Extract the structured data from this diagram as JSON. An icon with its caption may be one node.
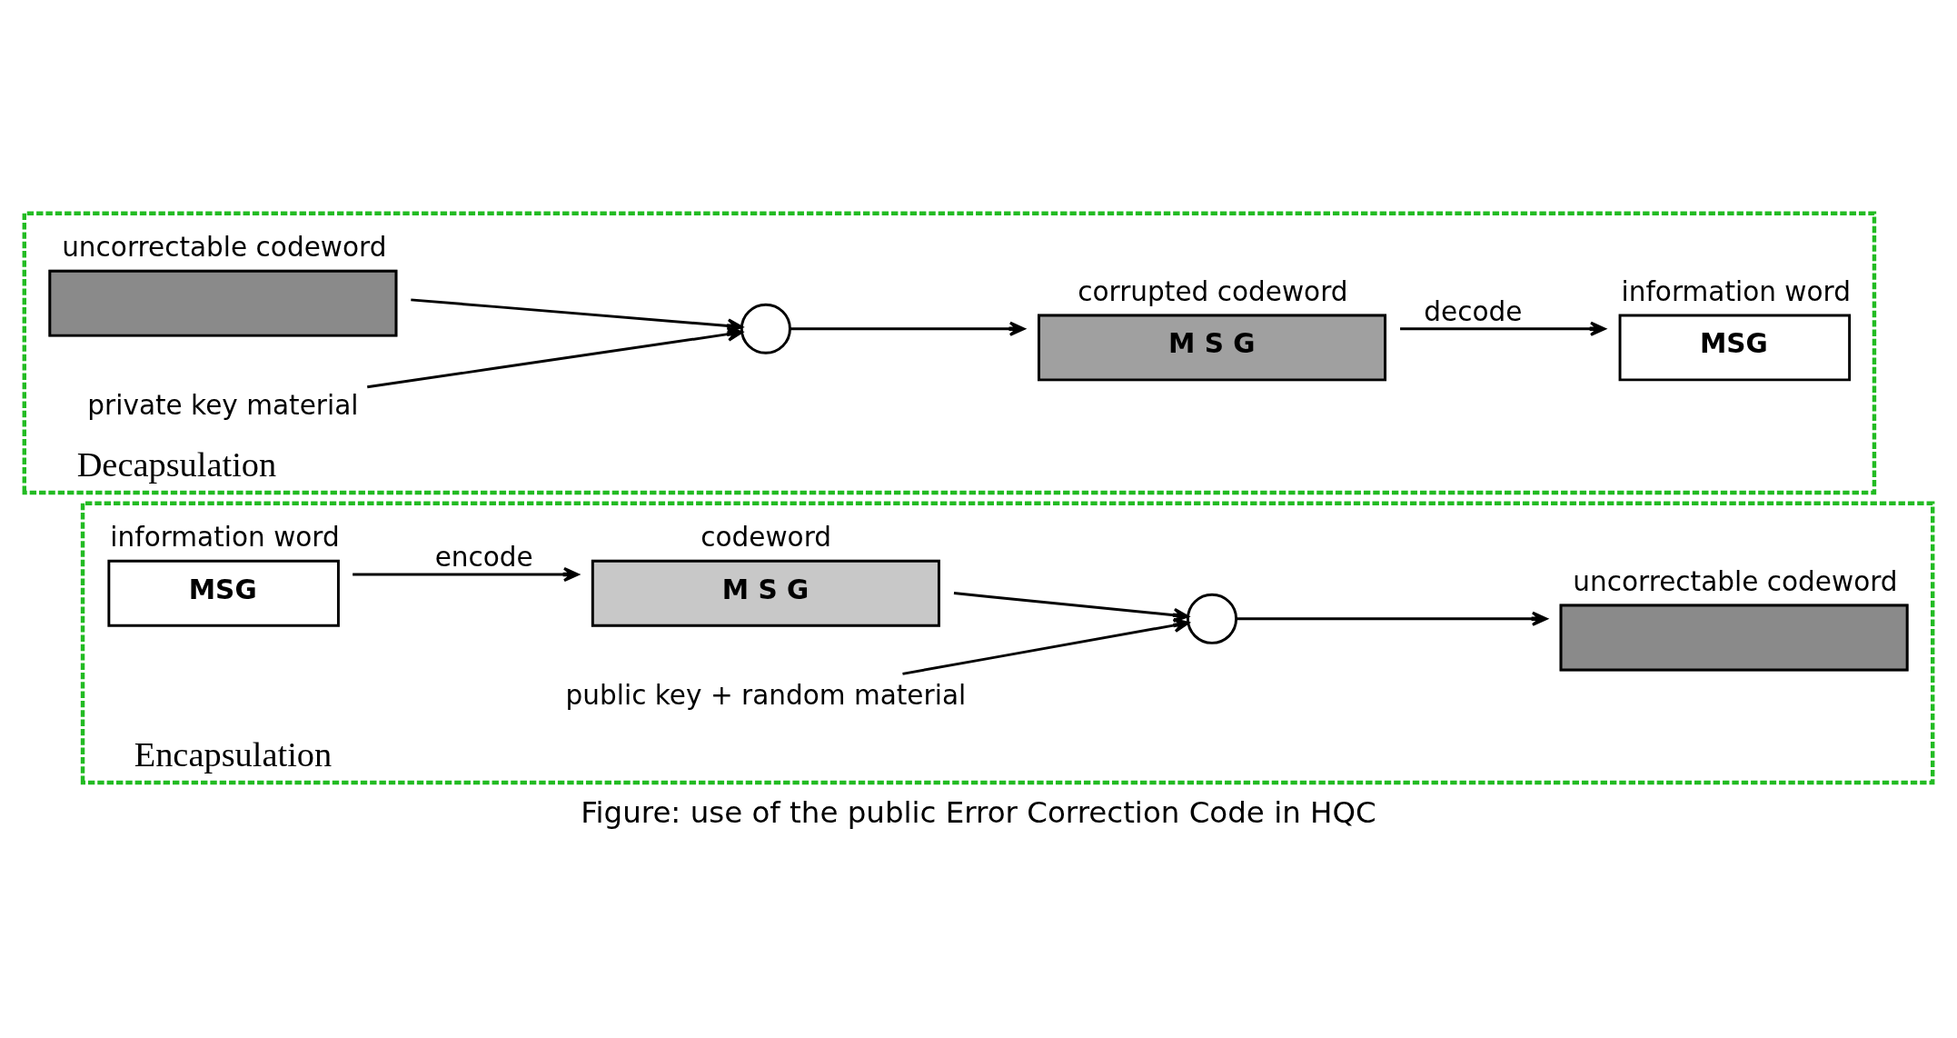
{
  "diagram": {
    "caption": "Figure: use of the public Error Correction Code in HQC",
    "nodes": [
      {
        "text": [
          "Encapsulation"
        ]
      },
      {
        "text": [
          "information word",
          "MSG"
        ],
        "in": 0
      },
      {
        "text": [
          "codeword",
          "M S G"
        ],
        "in": 0
      },
      {
        "text": [
          "public key + random material"
        ],
        "in": 0
      },
      {
        "text": [],
        "shape": "circle",
        "in": 0
      },
      {
        "text": [
          "uncorrectable codeword"
        ],
        "in": 0
      },
      {
        "text": [
          "Decapsulation"
        ]
      },
      {
        "text": [
          "uncorrectable codeword"
        ],
        "in": 6
      },
      {
        "text": [
          "private key material"
        ],
        "in": 6
      },
      {
        "text": [],
        "shape": "circle",
        "in": 6
      },
      {
        "text": [
          "corrupted codeword",
          "M S G"
        ],
        "in": 6
      },
      {
        "text": [
          "information word",
          "MSG"
        ],
        "in": 6
      }
    ],
    "edges": [
      {
        "from": 1,
        "to": 2,
        "arrow": "to",
        "label": "encode"
      },
      {
        "from": 2,
        "to": 4,
        "arrow": "to"
      },
      {
        "from": 3,
        "to": 4,
        "arrow": "to"
      },
      {
        "from": 4,
        "to": 5,
        "arrow": "to"
      },
      {
        "from": 7,
        "to": 9,
        "arrow": "to"
      },
      {
        "from": 8,
        "to": 9,
        "arrow": "to"
      },
      {
        "from": 9,
        "to": 10,
        "arrow": "to"
      },
      {
        "from": 10,
        "to": 11,
        "arrow": "to",
        "label": "decode"
      }
    ]
  }
}
